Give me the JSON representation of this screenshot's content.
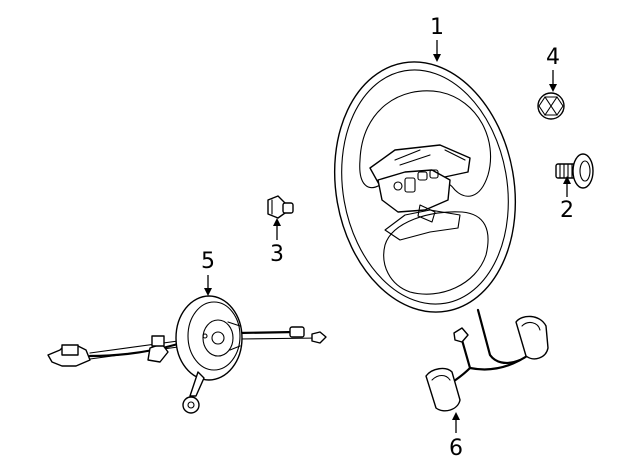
{
  "callouts": [
    {
      "id": "1",
      "part": "steering-wheel"
    },
    {
      "id": "2",
      "part": "bolt"
    },
    {
      "id": "3",
      "part": "nut"
    },
    {
      "id": "4",
      "part": "nut-hex"
    },
    {
      "id": "5",
      "part": "clockspring"
    },
    {
      "id": "6",
      "part": "switch-assembly"
    }
  ],
  "colors": {
    "line": "#000000",
    "background": "#ffffff"
  }
}
